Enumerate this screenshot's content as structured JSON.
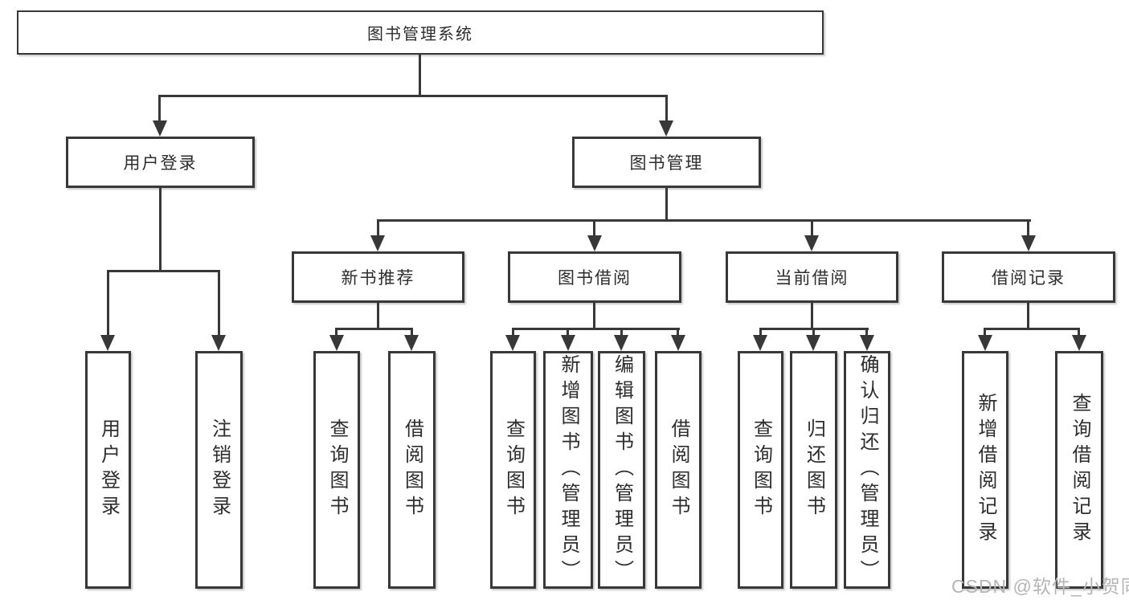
{
  "tree": {
    "label": "图书管理系统",
    "children": [
      {
        "label": "用户登录",
        "children": [
          {
            "label": "用户登录"
          },
          {
            "label": "注销登录"
          }
        ]
      },
      {
        "label": "图书管理",
        "children": [
          {
            "label": "新书推荐",
            "children": [
              {
                "label": "查询图书"
              },
              {
                "label": "借阅图书"
              }
            ]
          },
          {
            "label": "图书借阅",
            "children": [
              {
                "label": "查询图书"
              },
              {
                "label": "新增图书（管理员）"
              },
              {
                "label": "编辑图书（管理员）"
              },
              {
                "label": "借阅图书"
              }
            ]
          },
          {
            "label": "当前借阅",
            "children": [
              {
                "label": "查询图书"
              },
              {
                "label": "归还图书"
              },
              {
                "label": "确认归还（管理员）"
              }
            ]
          },
          {
            "label": "借阅记录",
            "children": [
              {
                "label": "新增借阅记录"
              },
              {
                "label": "查询借阅记录"
              }
            ]
          }
        ]
      }
    ]
  },
  "watermark": "CSDN @软件_小贺同学",
  "colors": {
    "line": "#383838",
    "text": "#2d2d2d",
    "background": "#ffffff",
    "watermark": "#b5b5b5"
  }
}
